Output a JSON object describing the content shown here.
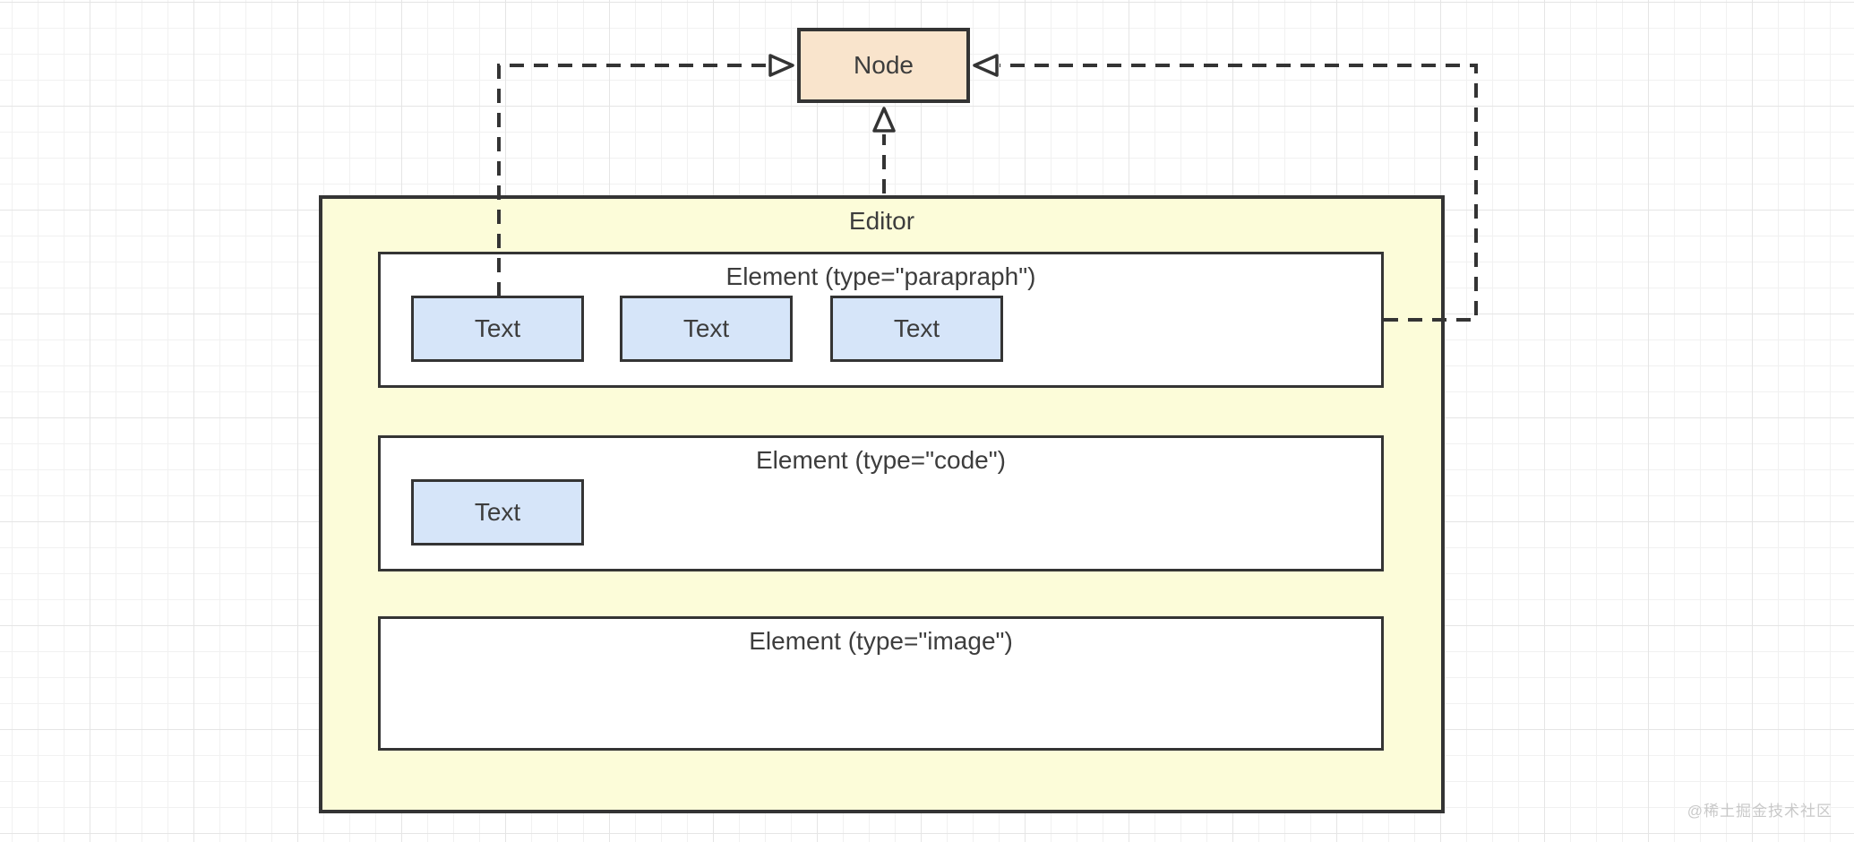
{
  "diagram": {
    "node": {
      "label": "Node"
    },
    "editor": {
      "label": "Editor",
      "elements": [
        {
          "label": "Element (type=\"parapraph\")",
          "children": [
            "Text",
            "Text",
            "Text"
          ]
        },
        {
          "label": "Element (type=\"code\")",
          "children": [
            "Text"
          ]
        },
        {
          "label": "Element (type=\"image\")",
          "children": []
        }
      ]
    },
    "arrows": [
      {
        "name": "text-to-node",
        "from": "Text (paragraph element, first child)",
        "to": "Node",
        "style": "dashed",
        "head": "open-triangle"
      },
      {
        "name": "editor-to-node",
        "from": "Editor",
        "to": "Node",
        "style": "dashed",
        "head": "open-triangle"
      },
      {
        "name": "paragraph-element-to-node",
        "from": "Element (type=\"parapraph\")",
        "to": "Node",
        "style": "dashed",
        "head": "open-triangle"
      }
    ]
  },
  "watermark": {
    "text": "@稀土掘金技术社区"
  },
  "colors": {
    "canvas_bg": "#ffffff",
    "grid_minor": "#f1f1f1",
    "grid_major": "#e5e5e5",
    "stroke": "#343434",
    "text": "#3d3d3d",
    "node_fill": "#f9e4cc",
    "editor_fill": "#fcfcd9",
    "text_box_fill": "#d6e5f9",
    "arrowhead_fill": "#ffffff",
    "watermark": "#c9c9c9"
  }
}
